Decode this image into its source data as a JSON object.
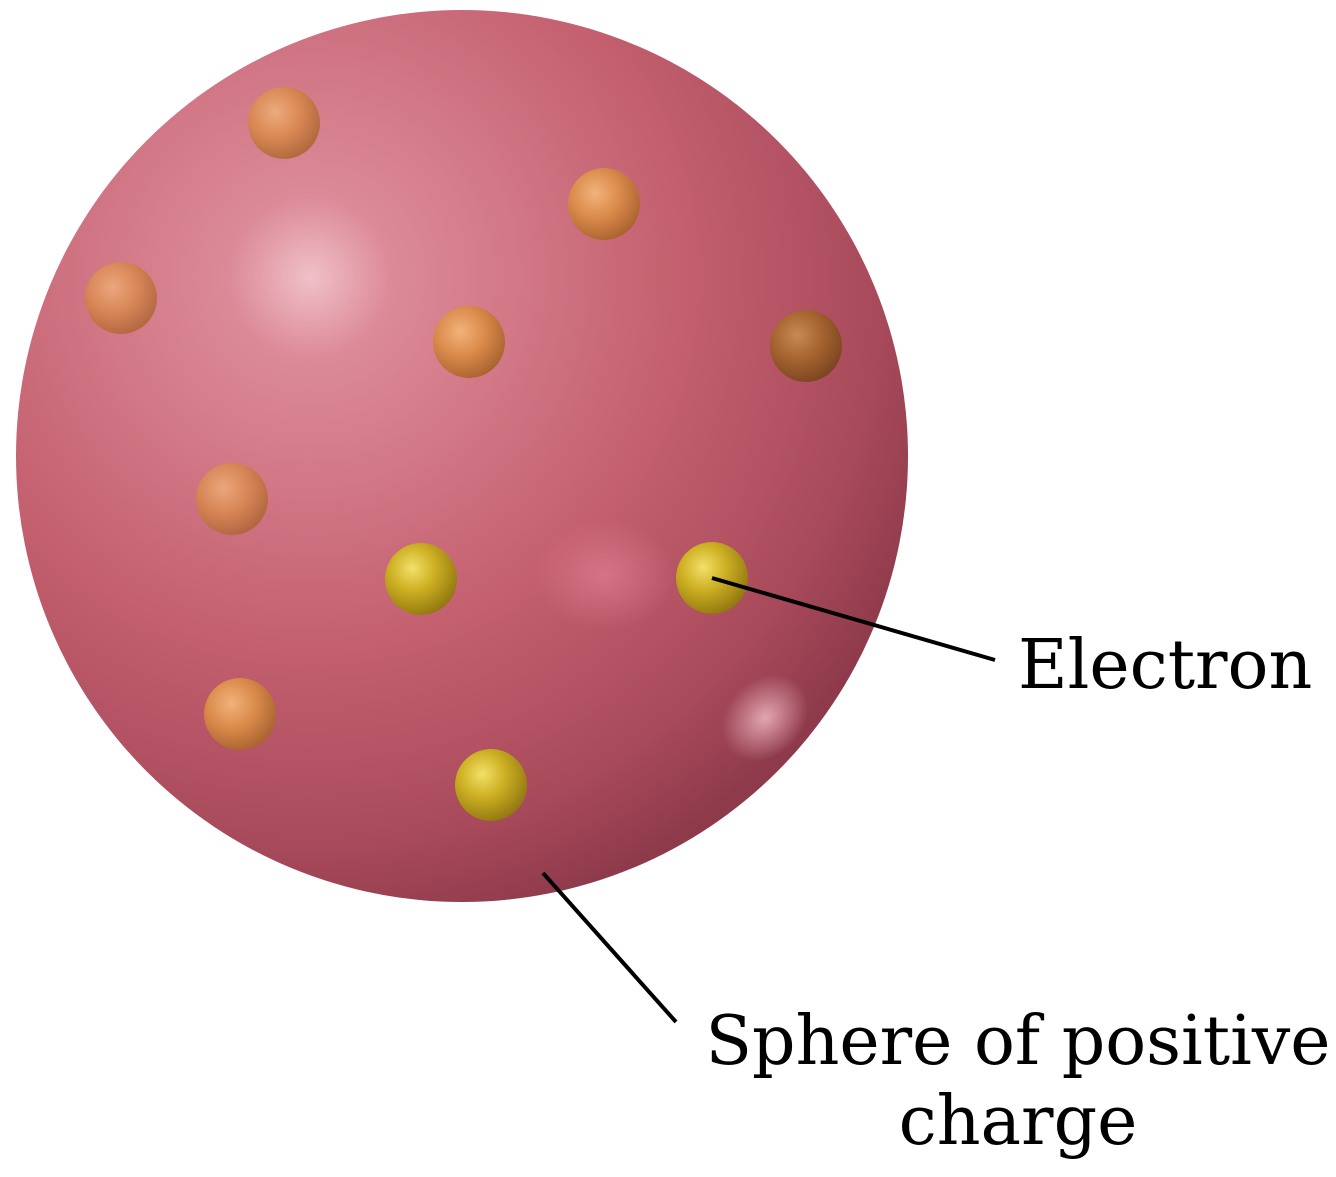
{
  "labels": {
    "electron": "Electron",
    "sphere_line1": "Sphere of positive",
    "sphere_line2": "charge"
  },
  "colors": {
    "sphere": "#c25a6e",
    "sphere_highlight": "#f2c3cb",
    "sphere_shadow": "#8f3a4c",
    "electron_front": "#c9a81c",
    "electron_back": "#d98a4a",
    "leader_line": "#000000"
  },
  "electron_count": 10
}
